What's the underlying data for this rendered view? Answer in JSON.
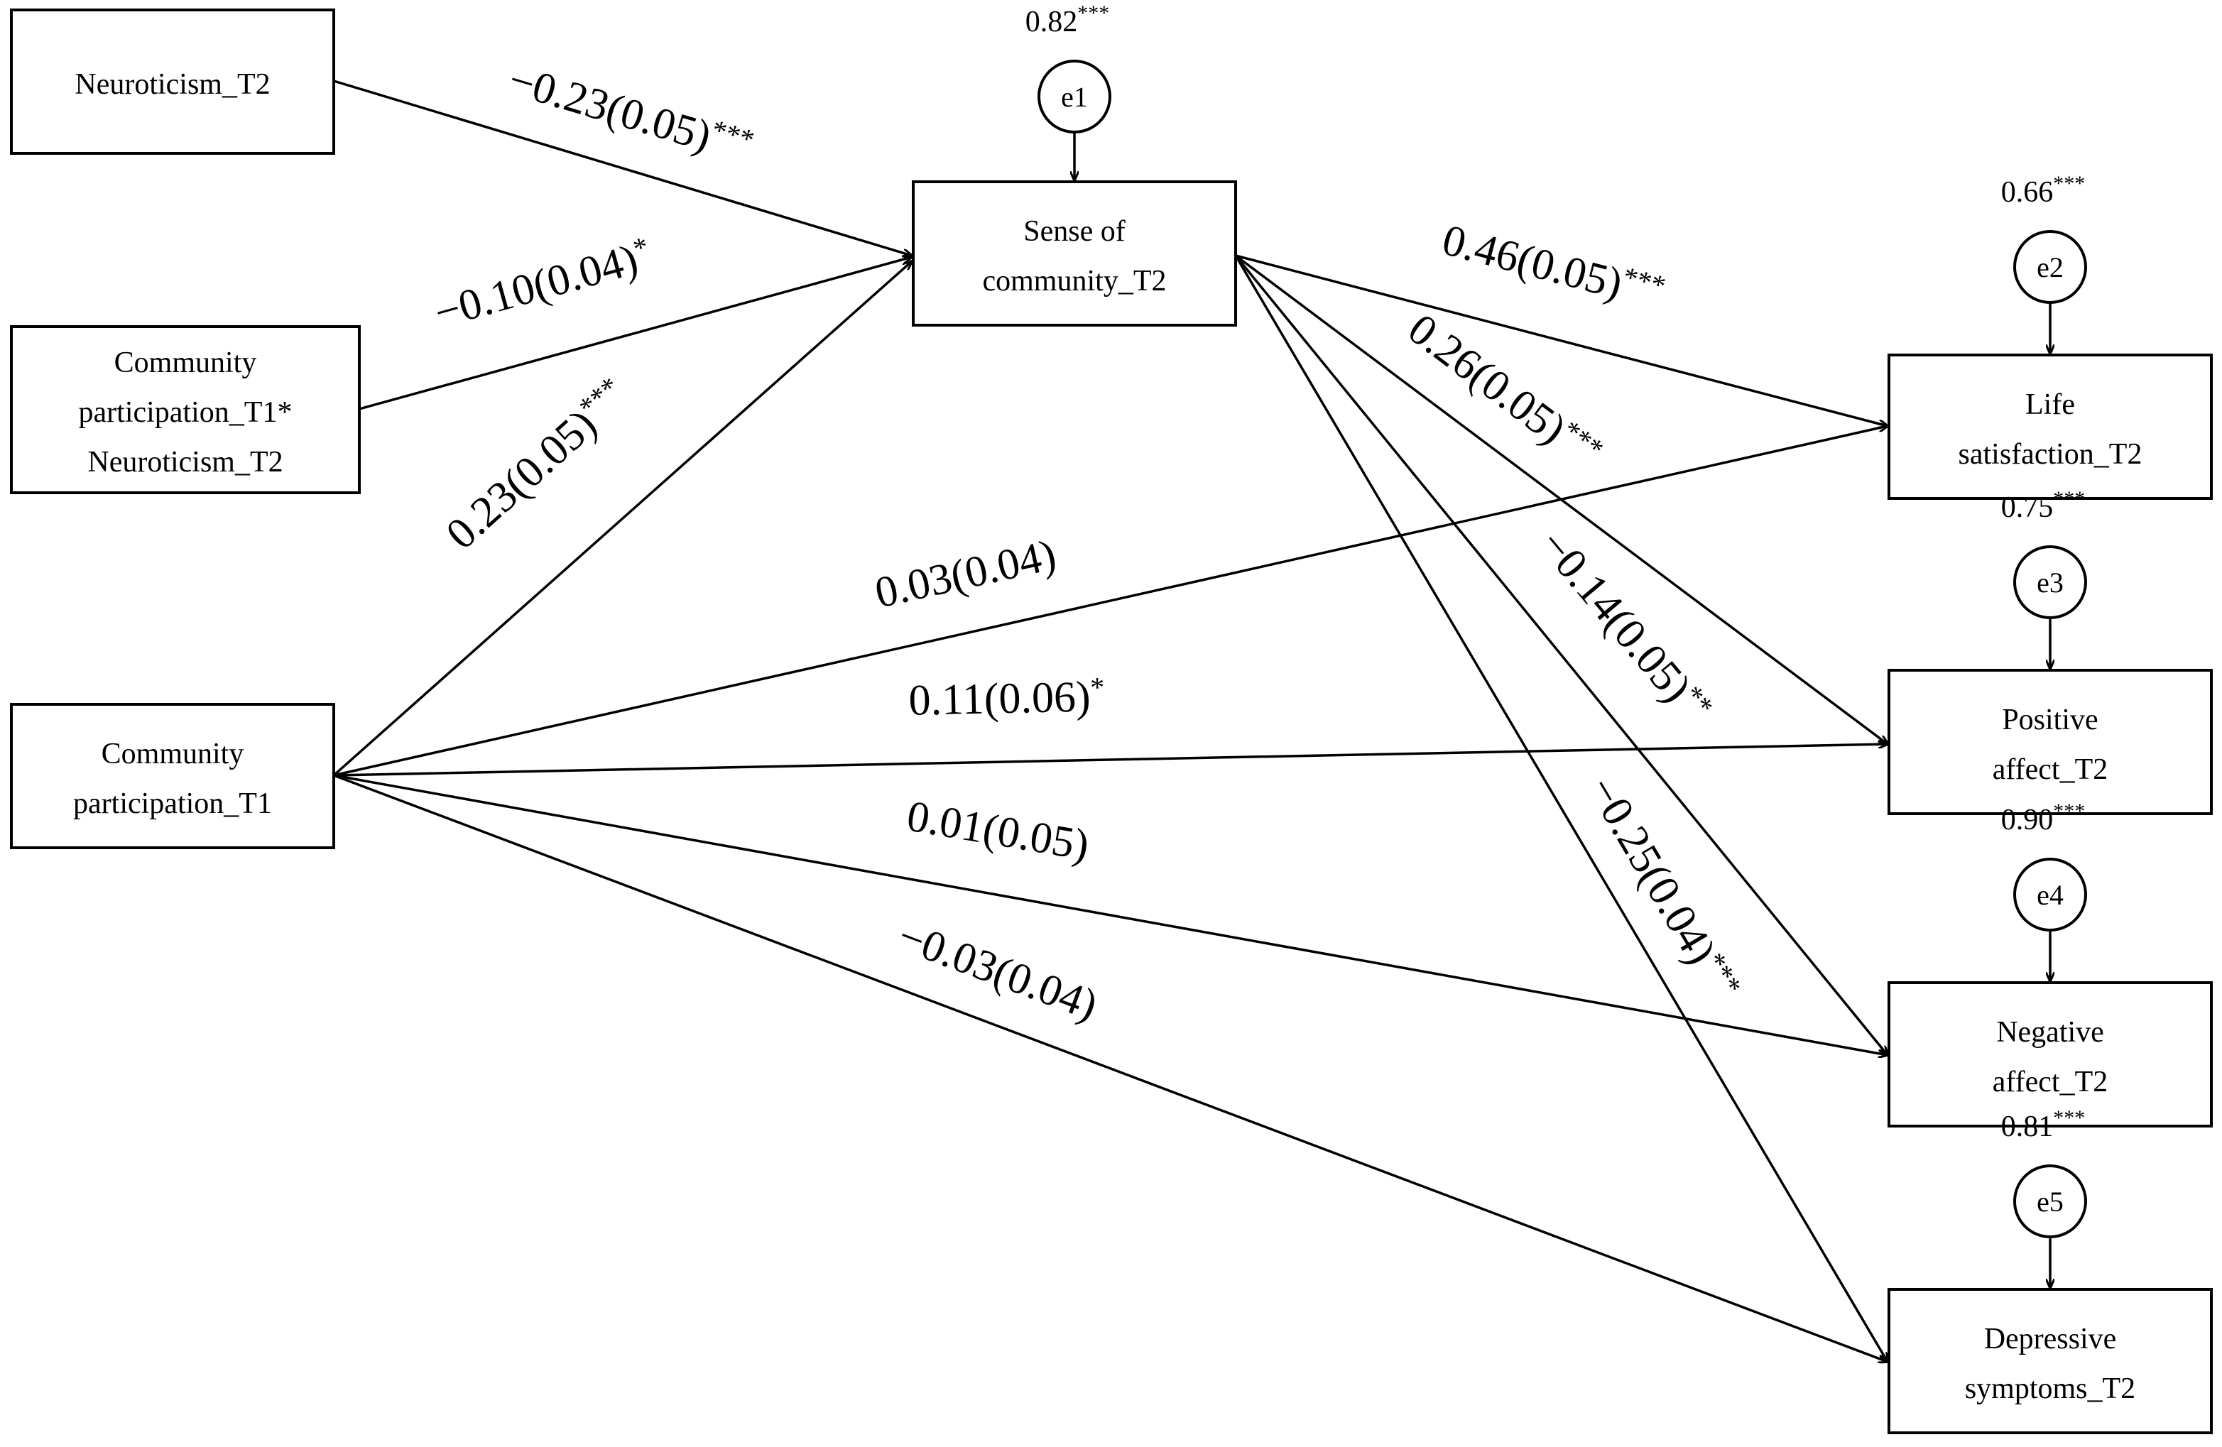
{
  "nodes": {
    "neuroticism": {
      "lines": [
        "Neuroticism_T2"
      ]
    },
    "interaction": {
      "lines": [
        "Community",
        "participation_T1*",
        "Neuroticism_T2"
      ]
    },
    "participation": {
      "lines": [
        "Community",
        "participation_T1"
      ]
    },
    "sense": {
      "lines": [
        "Sense of",
        "community_T2"
      ]
    },
    "life": {
      "lines": [
        "Life",
        "satisfaction_T2"
      ]
    },
    "positive": {
      "lines": [
        "Positive",
        "affect_T2"
      ]
    },
    "negative": {
      "lines": [
        "Negative",
        "affect_T2"
      ]
    },
    "depressive": {
      "lines": [
        "Depressive",
        "symptoms_T2"
      ]
    }
  },
  "errors": {
    "e1": {
      "label": "e1",
      "value": "0.82",
      "sig": "***"
    },
    "e2": {
      "label": "e2",
      "value": "0.66",
      "sig": "***"
    },
    "e3": {
      "label": "e3",
      "value": "0.75",
      "sig": "***"
    },
    "e4": {
      "label": "e4",
      "value": "0.90",
      "sig": "***"
    },
    "e5": {
      "label": "e5",
      "value": "0.81",
      "sig": "***"
    }
  },
  "paths": [
    {
      "from": "neuroticism",
      "to": "sense",
      "coef": "−0.23(0.05)",
      "sig": "***"
    },
    {
      "from": "interaction",
      "to": "sense",
      "coef": "−0.10(0.04)",
      "sig": "*"
    },
    {
      "from": "participation",
      "to": "sense",
      "coef": "0.23(0.05)",
      "sig": "***"
    },
    {
      "from": "sense",
      "to": "life",
      "coef": "0.46(0.05)",
      "sig": "***"
    },
    {
      "from": "sense",
      "to": "positive",
      "coef": "0.26(0.05)",
      "sig": "***"
    },
    {
      "from": "sense",
      "to": "negative",
      "coef": "−0.14(0.05)",
      "sig": "**"
    },
    {
      "from": "sense",
      "to": "depressive",
      "coef": "−0.25(0.04)",
      "sig": "***"
    },
    {
      "from": "participation",
      "to": "life",
      "coef": "0.03(0.04)",
      "sig": ""
    },
    {
      "from": "participation",
      "to": "positive",
      "coef": "0.11(0.06)",
      "sig": "*"
    },
    {
      "from": "participation",
      "to": "negative",
      "coef": "0.01(0.05)",
      "sig": ""
    },
    {
      "from": "participation",
      "to": "depressive",
      "coef": "−0.03(0.04)",
      "sig": ""
    }
  ]
}
